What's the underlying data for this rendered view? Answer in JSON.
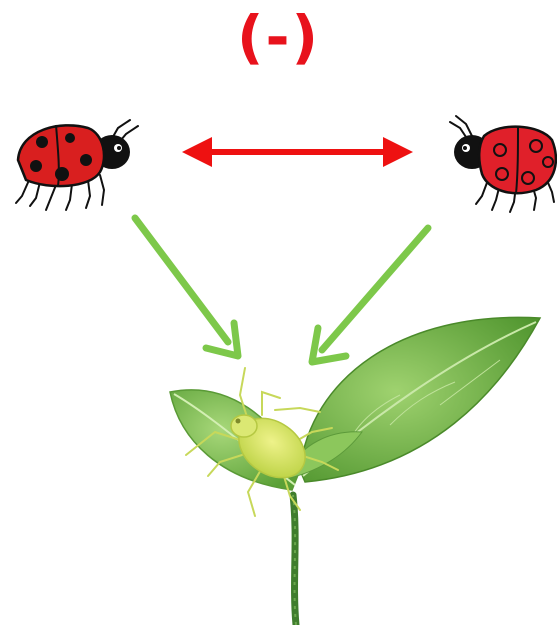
{
  "diagram": {
    "interaction_label": "(-)",
    "colors": {
      "competition_arrow": "#ee1111",
      "predation_arrow": "#7dc84a",
      "label": "#e8121c",
      "ladybird_left_body": "#d91f1f",
      "ladybird_right_body": "#e0202a",
      "leaf": "#7bbd4e",
      "aphid": "#cde05a"
    },
    "organisms": {
      "left": "ladybird",
      "right": "ladybird",
      "center": "aphid",
      "plant": "seedling"
    }
  }
}
